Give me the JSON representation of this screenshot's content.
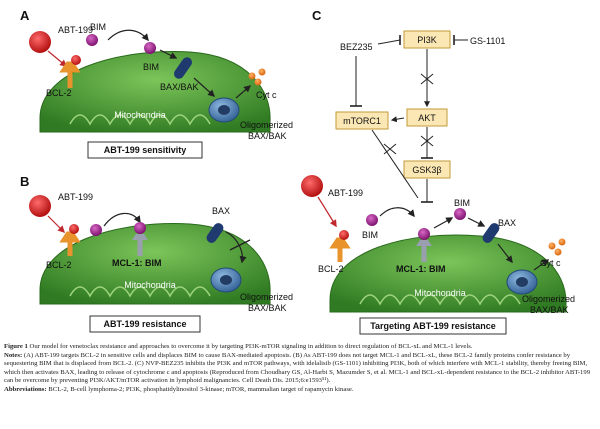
{
  "panels": {
    "a": {
      "letter": "A",
      "drug": "ABT-199",
      "bim_top": "BIM",
      "bcl2": "BCL-2",
      "bim_right": "BIM",
      "bax_bak": "BAX/BAK",
      "cyt_c": "Cyt c",
      "mitochondria": "Mitochondria",
      "oligomerized_line1": "Oligomerized",
      "oligomerized_line2": "BAX/BAK",
      "footer": "ABT-199 sensitivity"
    },
    "b": {
      "letter": "B",
      "drug": "ABT-199",
      "bcl2": "BCL-2",
      "mcl1_bim": "MCL-1: BIM",
      "bax": "BAX",
      "mitochondria": "Mitochondria",
      "oligomerized_line1": "Oligomerized",
      "oligomerized_line2": "BAX/BAK",
      "footer": "ABT-199 resistance"
    },
    "c": {
      "letter": "C",
      "bez235": "BEZ235",
      "pi3k": "PI3K",
      "gs1101": "GS-1101",
      "mtorc1": "mTORC1",
      "akt": "AKT",
      "gsk3b": "GSK3β",
      "drug": "ABT-199",
      "bim_left": "BIM",
      "bim_right": "BIM",
      "bcl2": "BCL-2",
      "mcl1_bim": "MCL-1: BIM",
      "bax": "BAX",
      "cyt_c": "Cyt c",
      "mitochondria": "Mitochondria",
      "oligomerized_line1": "Oligomerized",
      "oligomerized_line2": "BAX/BAK",
      "footer": "Targeting ABT-199 resistance"
    }
  },
  "caption": {
    "figure_label": "Figure 1",
    "figure_text": "Our model for venetoclax resistance and approaches to overcome it by targeting PI3K-mTOR signaling in addition to direct regulation of BCL-xL and MCL-1 levels.",
    "notes_label": "Notes:",
    "notes_text": "(A) ABT-199 targets BCL-2 in sensitive cells and displaces BIM to cause BAX-mediated apoptosis. (B) As ABT-199 does not target MCL-1 and BCL-xL, these BCL-2 family proteins confer resistance by sequestering BIM that is displaced from BCL-2. (C) NVP-BEZ235 inhibits the PI3K and mTOR pathways, with idelalisib (GS-1101) inhibiting PI3K, both of which interfere with MCL-1 stability, thereby freeing BIM, which then activates BAX, leading to release of cytochrome c and apoptosis (Reproduced from Choudhary GS, Al-Harbi S, Mazumder S, et al. MCL-1 and BCL-xL-dependent resistance to the BCL-2 inhibitor ABT-199 can be overcome by preventing PI3K/AKT/mTOR activation in lymphoid malignancies. Cell Death Dis. 2015;6:e1593⁵¹).",
    "abbrev_label": "Abbreviations:",
    "abbrev_text": "BCL-2, B-cell lymphoma-2; PI3K, phosphatidylinositol 3-kinase; mTOR, mammalian target of rapamycin kinase."
  },
  "colors": {
    "mitochondria_green": "#3f8f2e",
    "drug_red": "#d41a1a",
    "bcl2_orange": "#e8932c",
    "bim_purple": "#a0208c",
    "bax_navy": "#1f3a6e",
    "oligomer_blue": "#4b82b8",
    "cytc_orange": "#f07f1e",
    "pathway_box": "#fbe7b4"
  }
}
